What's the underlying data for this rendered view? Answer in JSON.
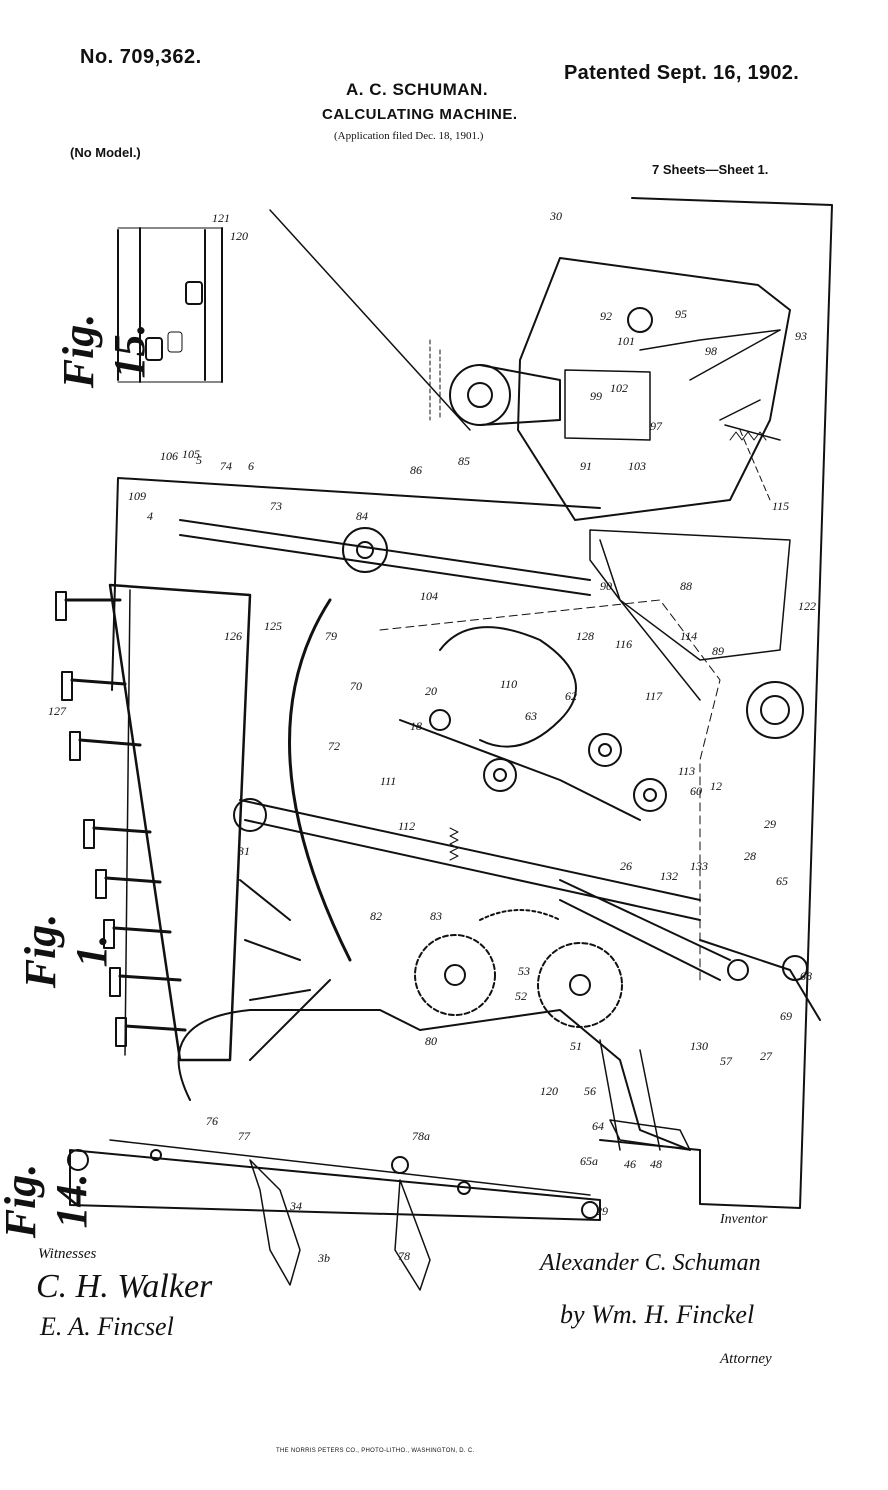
{
  "header": {
    "patent_number": "No. 709,362.",
    "inventor_name": "A. C. SCHUMAN.",
    "title": "CALCULATING MACHINE.",
    "filed": "(Application filed Dec. 18, 1901.)",
    "patented": "Patented Sept. 16, 1902.",
    "model": "(No Model.)",
    "sheets": "7 Sheets—Sheet 1."
  },
  "figures": {
    "fig1": "Fig. 1.",
    "fig14": "Fig. 14.",
    "fig15": "Fig. 15."
  },
  "labels": {
    "witnesses": "Witnesses",
    "inventor": "Inventor",
    "attorney": "Attorney"
  },
  "signatures": {
    "witness_1": "C. H. Walker",
    "witness_2": "E. A. Fincsel",
    "inventor": "Alexander C. Schuman",
    "attorney": "by Wm. H. Finckel"
  },
  "footer": "THE NORRIS PETERS CO., PHOTO-LITHO., WASHINGTON, D. C.",
  "reference_numerals": [
    "30",
    "121",
    "120",
    "92",
    "101",
    "95",
    "98",
    "93",
    "99",
    "102",
    "85",
    "97",
    "91",
    "103",
    "86",
    "84",
    "115",
    "106",
    "105",
    "5",
    "74",
    "6",
    "109",
    "4",
    "73",
    "104",
    "90",
    "125",
    "88",
    "114",
    "89",
    "122",
    "126",
    "79",
    "116",
    "70",
    "128",
    "117",
    "113",
    "18",
    "20",
    "110",
    "62",
    "63",
    "127",
    "72",
    "112",
    "111",
    "31",
    "60",
    "12",
    "28",
    "29",
    "65",
    "26",
    "132",
    "133",
    "80",
    "82",
    "83",
    "53",
    "52",
    "51",
    "130",
    "57",
    "27",
    "69",
    "68",
    "120",
    "56",
    "64",
    "46",
    "48",
    "76",
    "77",
    "78a",
    "78",
    "34",
    "65a",
    "29",
    "3b"
  ]
}
